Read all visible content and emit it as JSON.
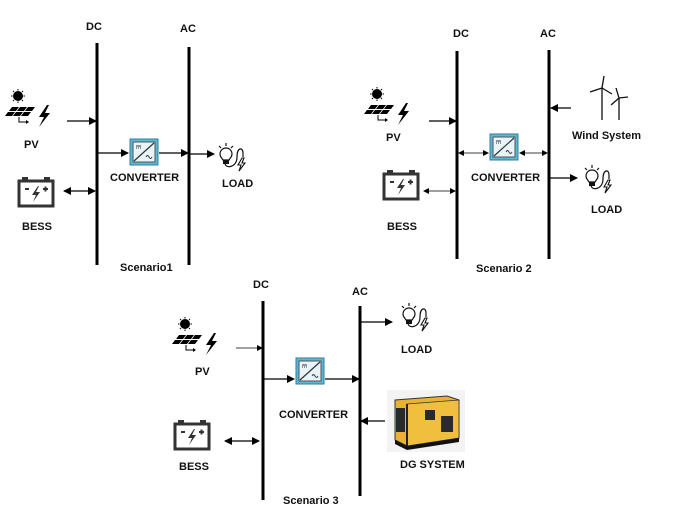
{
  "scenarios": [
    {
      "title": "Scenario1",
      "dc_label": "DC",
      "ac_label": "AC",
      "components": {
        "pv": "PV",
        "bess": "BESS",
        "converter": "CONVERTER",
        "load": "LOAD"
      }
    },
    {
      "title": "Scenario 2",
      "dc_label": "DC",
      "ac_label": "AC",
      "components": {
        "pv": "PV",
        "bess": "BESS",
        "converter": "CONVERTER",
        "wind": "Wind System",
        "load": "LOAD"
      }
    },
    {
      "title": "Scenario 3",
      "dc_label": "DC",
      "ac_label": "AC",
      "components": {
        "pv": "PV",
        "bess": "BESS",
        "converter": "CONVERTER",
        "load": "LOAD",
        "dg": "DG SYSTEM"
      }
    }
  ],
  "colors": {
    "converter_fill": "#5bb8d6",
    "generator_body": "#e8b234"
  }
}
